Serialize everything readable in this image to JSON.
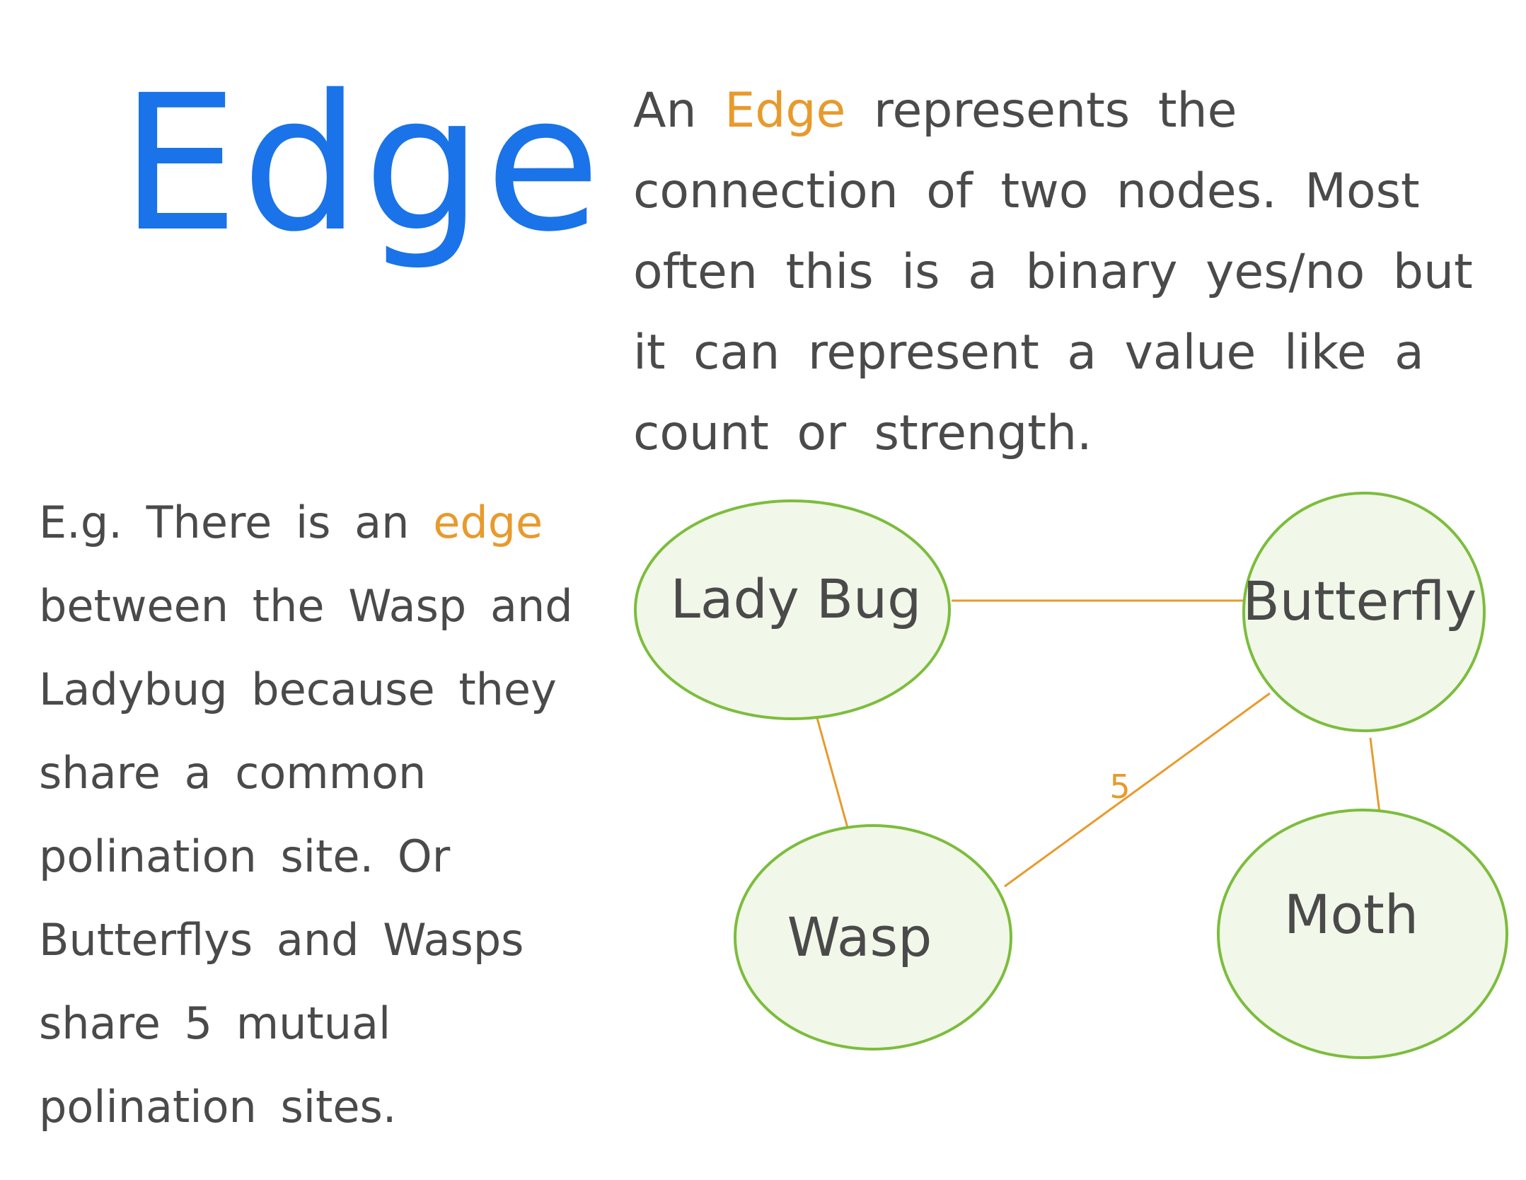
{
  "title": "Edge",
  "definition": {
    "part1": "An ",
    "highlight": "Edge",
    "part2": " represents the connection of two nodes. Most often this is a binary yes/no but it can represent a value like a count or strength."
  },
  "example": {
    "part1": "E.g. There is an ",
    "highlight": "edge",
    "part2": " between the Wasp and Ladybug because they share a common polination site. Or Butterflys and Wasps share 5 mutual polination sites."
  },
  "graph": {
    "nodes": [
      {
        "id": "ladybug",
        "label": "Lady Bug"
      },
      {
        "id": "butterfly",
        "label": "Butterfly"
      },
      {
        "id": "wasp",
        "label": "Wasp"
      },
      {
        "id": "moth",
        "label": "Moth"
      }
    ],
    "edges": [
      {
        "from": "ladybug",
        "to": "butterfly",
        "label": ""
      },
      {
        "from": "ladybug",
        "to": "wasp",
        "label": ""
      },
      {
        "from": "butterfly",
        "to": "wasp",
        "label": "5"
      },
      {
        "from": "butterfly",
        "to": "moth",
        "label": ""
      }
    ]
  },
  "colors": {
    "title": "#1a73e8",
    "accent": "#e89a2c",
    "node_fill": "#f1f7e9",
    "node_stroke": "#7cbd3c",
    "text": "#4a4a4a"
  }
}
